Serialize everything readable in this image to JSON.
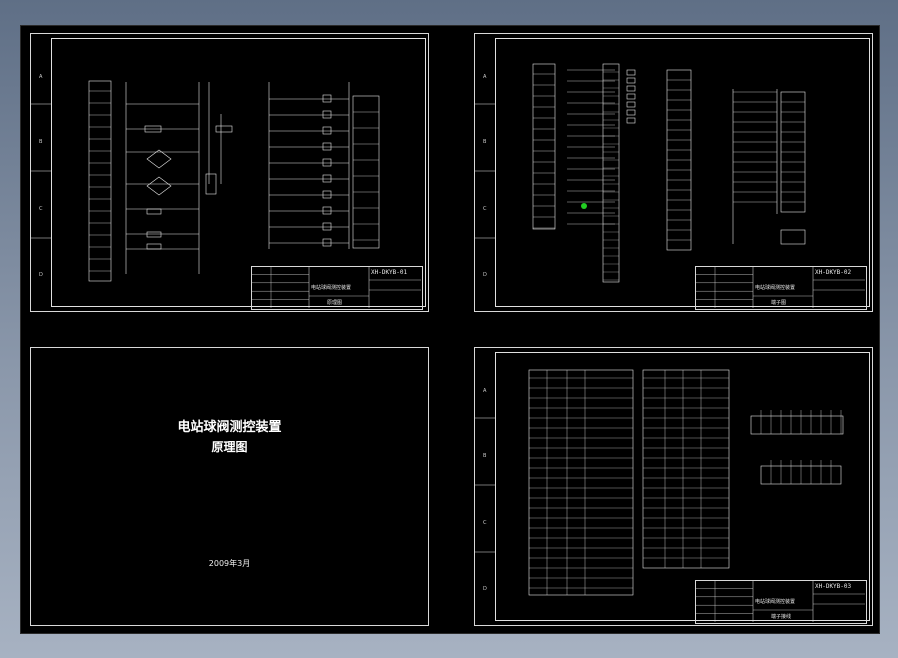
{
  "colors": {
    "background": "#000000",
    "line": "#e6e6e6",
    "highlight": "#22cc22",
    "desktop_top": "#5f6f86",
    "desktop_bottom": "#a7b2c2"
  },
  "sheets": {
    "sheet1": {
      "drawing_no": "XH-DKYB-01",
      "company_text": "电站球阀测控装置",
      "name": "原理图"
    },
    "sheet2": {
      "drawing_no": "XH-DKYB-02",
      "company_text": "电站球阀测控装置",
      "name": "端子图"
    },
    "sheet3": {
      "drawing_no": "XH-DKYB-03",
      "company_text": "电站球阀测控装置",
      "name": "端子接线"
    }
  },
  "cover": {
    "title_line1": "电站球阀测控装置",
    "title_line2": "原理图",
    "date": "2009年3月"
  }
}
